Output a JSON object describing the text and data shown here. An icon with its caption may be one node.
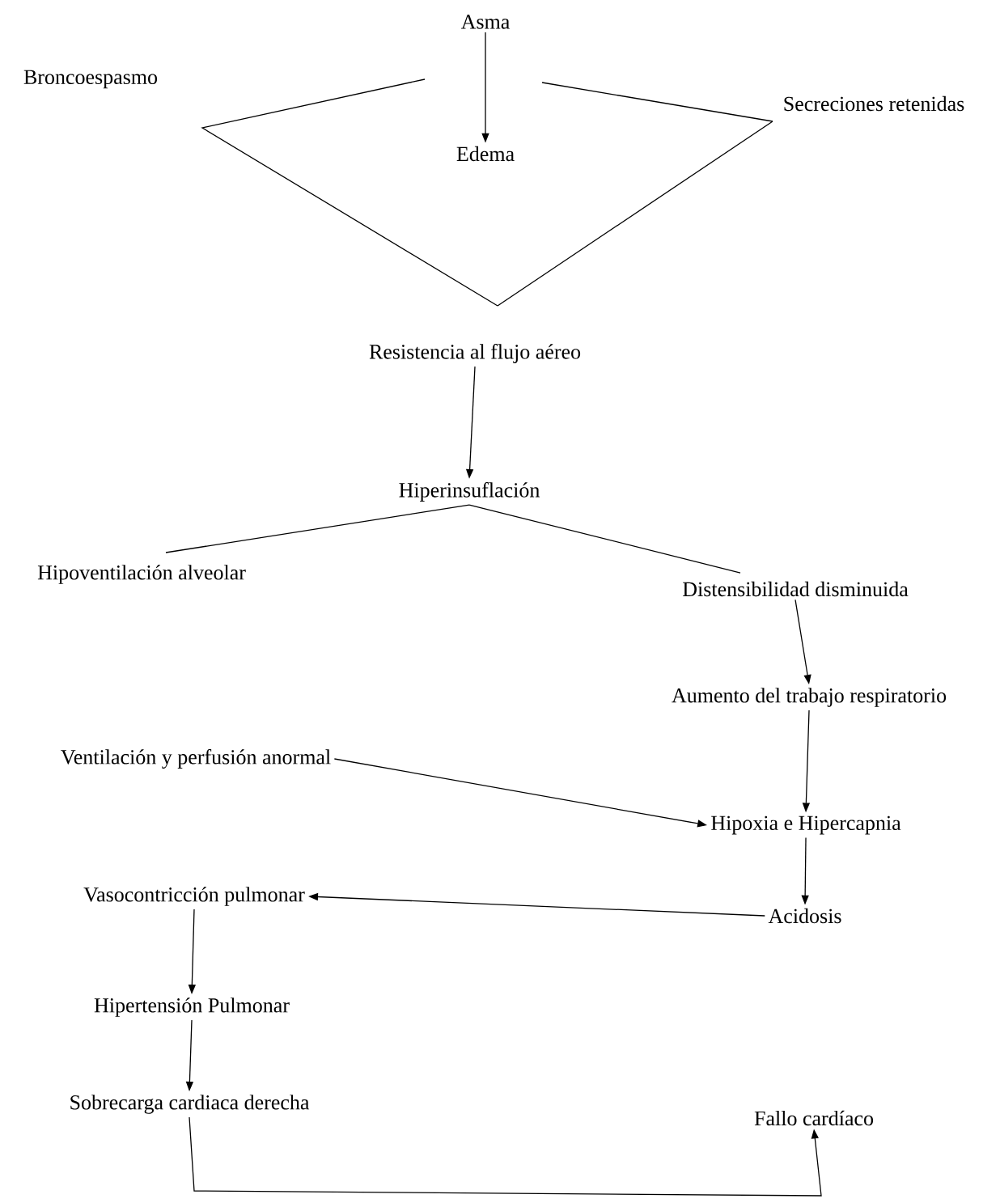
{
  "diagram": {
    "nodes": [
      {
        "text": [
          "Asma"
        ]
      },
      {
        "text": [
          "Broncoespasmo"
        ]
      },
      {
        "text": [
          "Secreciones retenidas"
        ]
      },
      {
        "text": [
          "Edema"
        ]
      },
      {
        "text": [
          "Resistencia al flujo aéreo"
        ]
      },
      {
        "text": [
          "Hiperinsuflación"
        ]
      },
      {
        "text": [
          "Hipoventilación alveolar"
        ]
      },
      {
        "text": [
          "Distensibilidad disminuida"
        ]
      },
      {
        "text": [
          "Aumento del trabajo respiratorio"
        ]
      },
      {
        "text": [
          "Ventilación y perfusión anormal"
        ]
      },
      {
        "text": [
          "Hipoxia e Hipercapnia"
        ]
      },
      {
        "text": [
          "Vasocontricción pulmonar"
        ]
      },
      {
        "text": [
          "Acidosis"
        ]
      },
      {
        "text": [
          "Hipertensión Pulmonar"
        ]
      },
      {
        "text": [
          "Sobrecarga cardiaca derecha"
        ]
      },
      {
        "text": [
          "Fallo cardíaco"
        ]
      }
    ],
    "edges": [
      {
        "from": 0,
        "to": 3,
        "arrow": "to"
      },
      {
        "from": null,
        "to": 4,
        "arrow": "none"
      },
      {
        "from": 2,
        "to": 4,
        "arrow": "none"
      },
      {
        "from": 4,
        "to": 5,
        "arrow": "to"
      },
      {
        "from": 5,
        "to": 6,
        "arrow": "none"
      },
      {
        "from": 5,
        "to": 7,
        "arrow": "none"
      },
      {
        "from": 7,
        "to": 8,
        "arrow": "to"
      },
      {
        "from": 8,
        "to": 10,
        "arrow": "to"
      },
      {
        "from": 9,
        "to": 10,
        "arrow": "to"
      },
      {
        "from": 10,
        "to": 12,
        "arrow": "to"
      },
      {
        "from": 12,
        "to": 11,
        "arrow": "to"
      },
      {
        "from": 11,
        "to": 13,
        "arrow": "to"
      },
      {
        "from": 13,
        "to": 14,
        "arrow": "to"
      },
      {
        "from": 14,
        "to": 15,
        "arrow": "to"
      }
    ]
  }
}
